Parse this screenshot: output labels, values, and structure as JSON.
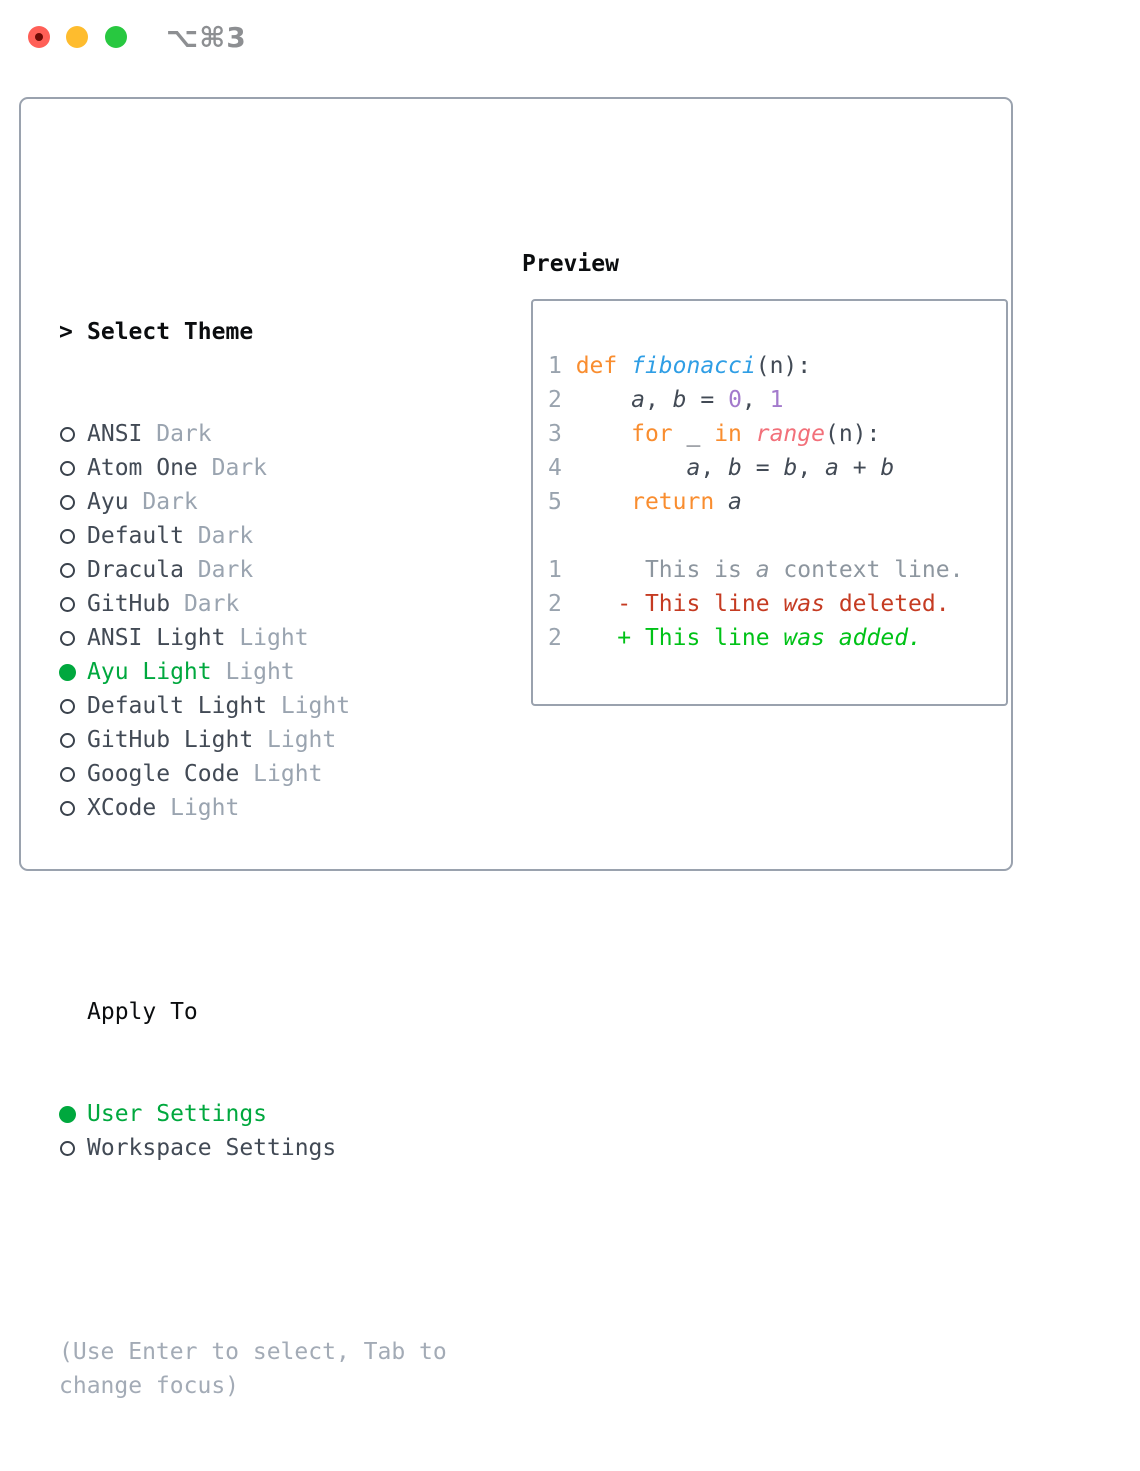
{
  "window": {
    "title": "⌥⌘3",
    "buttons": {
      "close": "close",
      "minimize": "minimize",
      "zoom": "zoom"
    }
  },
  "theme_selector": {
    "focus_marker": ">",
    "header": "Select Theme",
    "themes": [
      {
        "name": "ANSI",
        "variant": "Dark",
        "selected": false
      },
      {
        "name": "Atom One",
        "variant": "Dark",
        "selected": false
      },
      {
        "name": "Ayu",
        "variant": "Dark",
        "selected": false
      },
      {
        "name": "Default",
        "variant": "Dark",
        "selected": false
      },
      {
        "name": "Dracula",
        "variant": "Dark",
        "selected": false
      },
      {
        "name": "GitHub",
        "variant": "Dark",
        "selected": false
      },
      {
        "name": "ANSI Light",
        "variant": "Light",
        "selected": false
      },
      {
        "name": "Ayu Light",
        "variant": "Light",
        "selected": true
      },
      {
        "name": "Default Light",
        "variant": "Light",
        "selected": false
      },
      {
        "name": "GitHub Light",
        "variant": "Light",
        "selected": false
      },
      {
        "name": "Google Code",
        "variant": "Light",
        "selected": false
      },
      {
        "name": "XCode",
        "variant": "Light",
        "selected": false
      }
    ]
  },
  "apply_to": {
    "header": "Apply To",
    "options": [
      {
        "label": "User Settings",
        "selected": true
      },
      {
        "label": "Workspace Settings",
        "selected": false
      }
    ]
  },
  "help_text": "(Use Enter to select, Tab to change focus)",
  "preview": {
    "header": "Preview",
    "code_lines": [
      [
        {
          "t": "1 ",
          "c": "ln"
        },
        {
          "t": "def ",
          "c": "kw"
        },
        {
          "t": "fibonacci",
          "c": "fn",
          "i": true
        },
        {
          "t": "(n):",
          "c": "pl"
        }
      ],
      [
        {
          "t": "2 ",
          "c": "ln"
        },
        {
          "t": "    ",
          "c": "pl"
        },
        {
          "t": "a",
          "c": "pl",
          "i": true
        },
        {
          "t": ", ",
          "c": "pl"
        },
        {
          "t": "b",
          "c": "pl",
          "i": true
        },
        {
          "t": " = ",
          "c": "pl"
        },
        {
          "t": "0",
          "c": "nu"
        },
        {
          "t": ", ",
          "c": "pl"
        },
        {
          "t": "1",
          "c": "nu"
        }
      ],
      [
        {
          "t": "3 ",
          "c": "ln"
        },
        {
          "t": "    ",
          "c": "pl"
        },
        {
          "t": "for ",
          "c": "kw"
        },
        {
          "t": "_ ",
          "c": "pl"
        },
        {
          "t": "in ",
          "c": "kw"
        },
        {
          "t": "range",
          "c": "ca",
          "i": true
        },
        {
          "t": "(n):",
          "c": "pl"
        }
      ],
      [
        {
          "t": "4 ",
          "c": "ln"
        },
        {
          "t": "        ",
          "c": "pl"
        },
        {
          "t": "a",
          "c": "pl",
          "i": true
        },
        {
          "t": ", ",
          "c": "pl"
        },
        {
          "t": "b",
          "c": "pl",
          "i": true
        },
        {
          "t": " = ",
          "c": "pl"
        },
        {
          "t": "b",
          "c": "pl",
          "i": true
        },
        {
          "t": ", ",
          "c": "pl"
        },
        {
          "t": "a",
          "c": "pl",
          "i": true
        },
        {
          "t": " + ",
          "c": "pl"
        },
        {
          "t": "b",
          "c": "pl",
          "i": true
        }
      ],
      [
        {
          "t": "5 ",
          "c": "ln"
        },
        {
          "t": "    ",
          "c": "pl"
        },
        {
          "t": "return ",
          "c": "kw"
        },
        {
          "t": "a",
          "c": "pl",
          "i": true
        }
      ],
      [],
      [
        {
          "t": "1 ",
          "c": "ln"
        },
        {
          "t": "     This is ",
          "c": "cx"
        },
        {
          "t": "a",
          "c": "cx",
          "i": true
        },
        {
          "t": " context line.",
          "c": "cx"
        }
      ],
      [
        {
          "t": "2 ",
          "c": "ln"
        },
        {
          "t": "   - This line ",
          "c": "de"
        },
        {
          "t": "was",
          "c": "de",
          "i": true
        },
        {
          "t": " deleted.",
          "c": "de"
        }
      ],
      [
        {
          "t": "2 ",
          "c": "ln"
        },
        {
          "t": "   + This line ",
          "c": "ad"
        },
        {
          "t": "was added.",
          "c": "ad",
          "i": true
        }
      ]
    ]
  },
  "colors": {
    "ui_green": "#00a83e",
    "added": "#00c217",
    "deleted": "#c53b22",
    "kw": "#f98d2f",
    "fn": "#2f9ee5",
    "num": "#a37acc",
    "call": "#f2707a",
    "text_dark": "#424a55",
    "text_black": "#0b0d0f",
    "muted": "#9aa4b0",
    "linenum": "#99a3ae",
    "ctx": "#8d969f",
    "help": "#a3abb6",
    "border": "#9aa2ae",
    "close_red": "#ff5f57",
    "minimize_yellow": "#febc2e",
    "zoom_green": "#28c840"
  }
}
